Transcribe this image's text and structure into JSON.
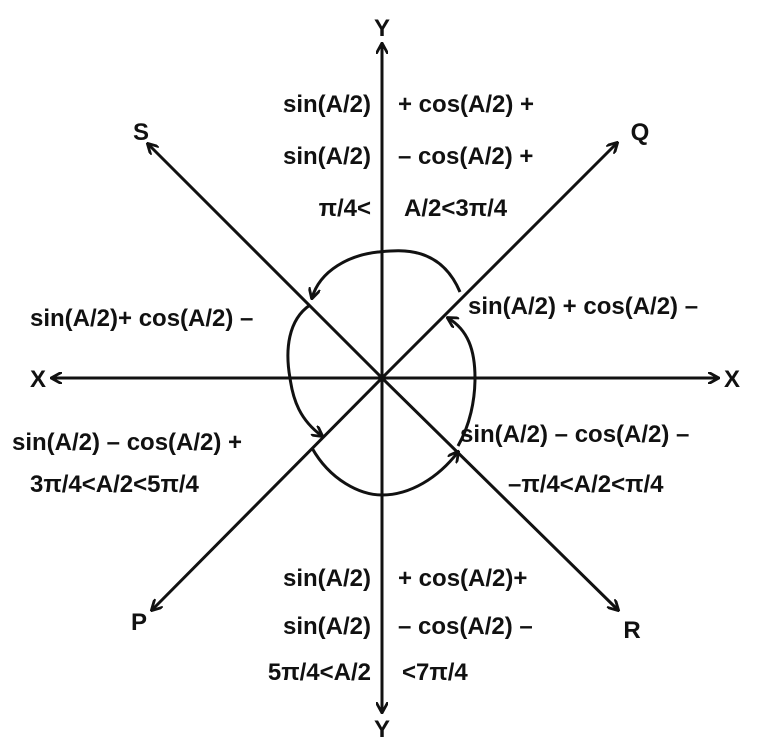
{
  "axes": {
    "y_top": "Y",
    "y_bottom": "Y",
    "x_left": "X",
    "x_right": "X",
    "diag_ne": "Q",
    "diag_nw": "S",
    "diag_sw": "P",
    "diag_se": "R"
  },
  "top": {
    "row1_left": "sin(A/2)",
    "row1_right": "+ cos(A/2) +",
    "row2_left": "sin(A/2)",
    "row2_right": "– cos(A/2) +",
    "range_left": "π/4<",
    "range_right": "A/2<3π/4"
  },
  "left": {
    "upper": "sin(A/2)+ cos(A/2) –",
    "lower": "sin(A/2) – cos(A/2) +",
    "range": "3π/4<A/2<5π/4"
  },
  "right": {
    "upper": "sin(A/2) + cos(A/2) –",
    "lower": "sin(A/2) – cos(A/2) –",
    "range": "–π/4<A/2<π/4"
  },
  "bottom": {
    "row1_left": "sin(A/2)",
    "row1_right": "+ cos(A/2)+",
    "row2_left": "sin(A/2)",
    "row2_right": "– cos(A/2) –",
    "range_left": "5π/4<A/2",
    "range_right": "<7π/4"
  },
  "colors": {
    "ink": "#111111",
    "background": "#ffffff"
  }
}
